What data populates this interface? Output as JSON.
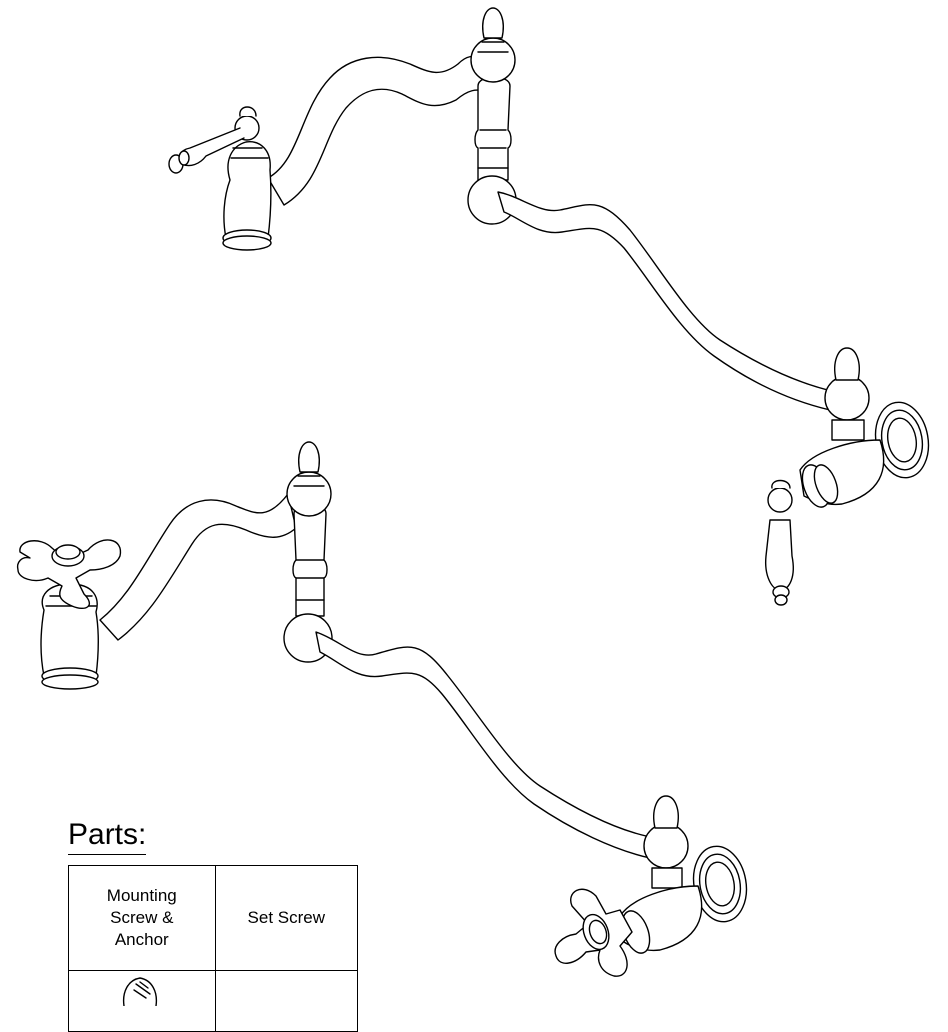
{
  "parts": {
    "title": "Parts:",
    "columns": [
      "Mounting\nScrew &\nAnchor",
      "Set Screw"
    ]
  },
  "icons": {
    "faucet_lever": "pot-filler-lever-handle",
    "faucet_cross": "pot-filler-cross-handle",
    "screw": "mounting-screw-icon"
  }
}
